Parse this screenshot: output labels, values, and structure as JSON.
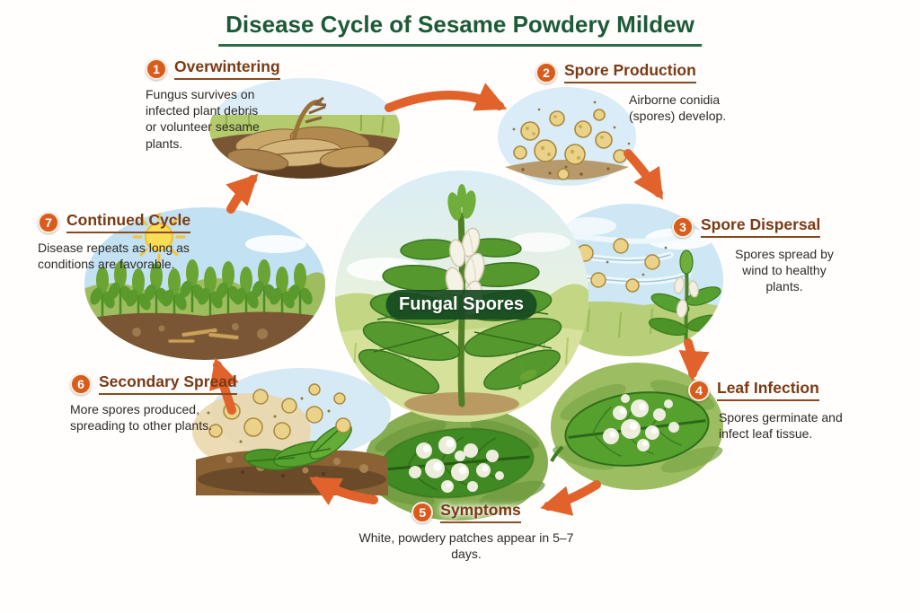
{
  "title": "Disease Cycle of Sesame Powdery Mildew",
  "center_label": "Fungal Spores",
  "colors": {
    "accent_orange": "#e2622b",
    "heading_green": "#1d5a38",
    "stage_title_brown": "#7a3a14",
    "banner_green": "#174a22",
    "badge_orange": "#d95c1d"
  },
  "stages": [
    {
      "number": "1",
      "title": "Overwintering",
      "description": "Fungus survives on infected plant debris or volunteer sesame plants."
    },
    {
      "number": "2",
      "title": "Spore Production",
      "description": "Airborne conidia (spores) develop."
    },
    {
      "number": "3",
      "title": "Spore Dispersal",
      "description": "Spores spread by wind to healthy plants."
    },
    {
      "number": "4",
      "title": "Leaf Infection",
      "description": "Spores germinate and infect leaf tissue."
    },
    {
      "number": "5",
      "title": "Symptoms",
      "description": "White, powdery patches appear in 5–7 days."
    },
    {
      "number": "6",
      "title": "Secondary Spread",
      "description": "More spores produced, spreading to other plants."
    },
    {
      "number": "7",
      "title": "Continued Cycle",
      "description": "Disease repeats as long as conditions are favorable."
    }
  ],
  "illustrations": {
    "center": "sesame-plant-in-field",
    "stage1": "dried-plant-debris-pile",
    "stage2": "conidia-spore-cluster",
    "stage3": "wind-blown-spores-toward-healthy-plant",
    "stage4": "leaf-with-white-infection-patches",
    "stage5": "leaf-covered-in-powdery-patches",
    "stage6": "spores-spreading-over-fallen-leaves",
    "stage7": "sesame-field-with-sun"
  }
}
